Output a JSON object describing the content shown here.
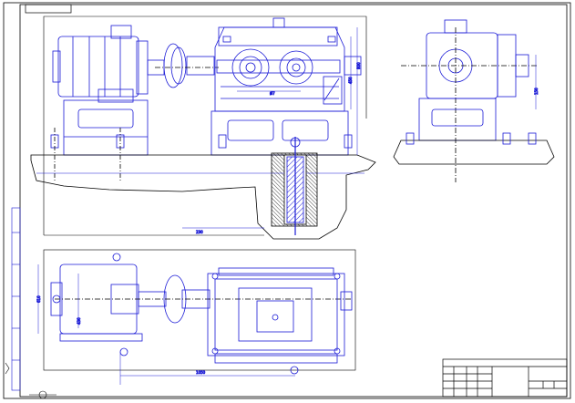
{
  "drawing": {
    "stamp_top_left": "",
    "title_block": {
      "title": "",
      "name": "",
      "code": ""
    },
    "dimensions": {
      "d1": "800",
      "d2": "450",
      "d3": "Ø7",
      "d4": "1050",
      "d5": "610",
      "d6": "230",
      "d7": "150",
      "d8": "430"
    }
  }
}
